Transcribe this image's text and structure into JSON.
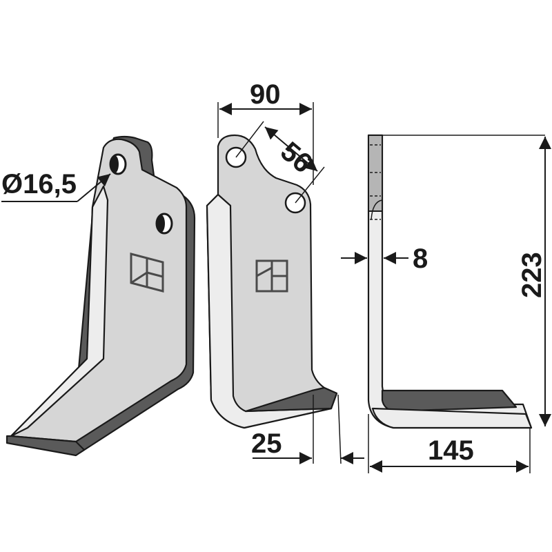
{
  "dimensions": {
    "hole_diameter": "Ø16,5",
    "width": "90",
    "hole_spacing": "56",
    "thickness": "8",
    "height": "223",
    "offset": "25",
    "foot_length": "145"
  },
  "colors": {
    "body": "#d6d6d6",
    "edge": "#ededed",
    "dark_edge": "#555555",
    "ink": "#1a1a1a"
  }
}
